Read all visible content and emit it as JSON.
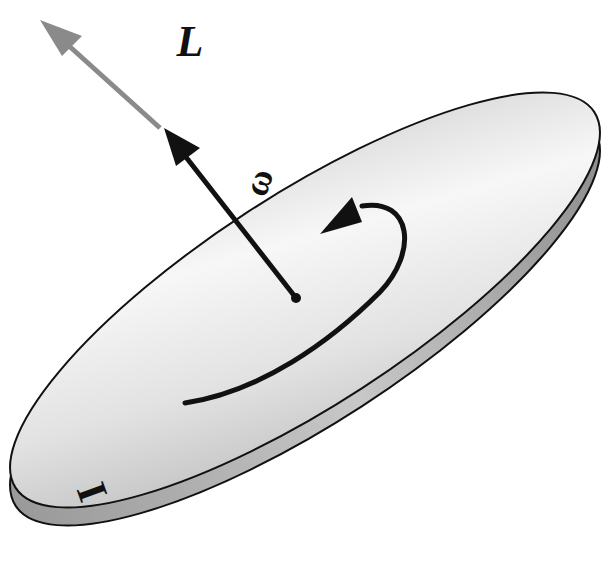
{
  "diagram": {
    "labels": [
      "L",
      "ω",
      "I"
    ]
  }
}
